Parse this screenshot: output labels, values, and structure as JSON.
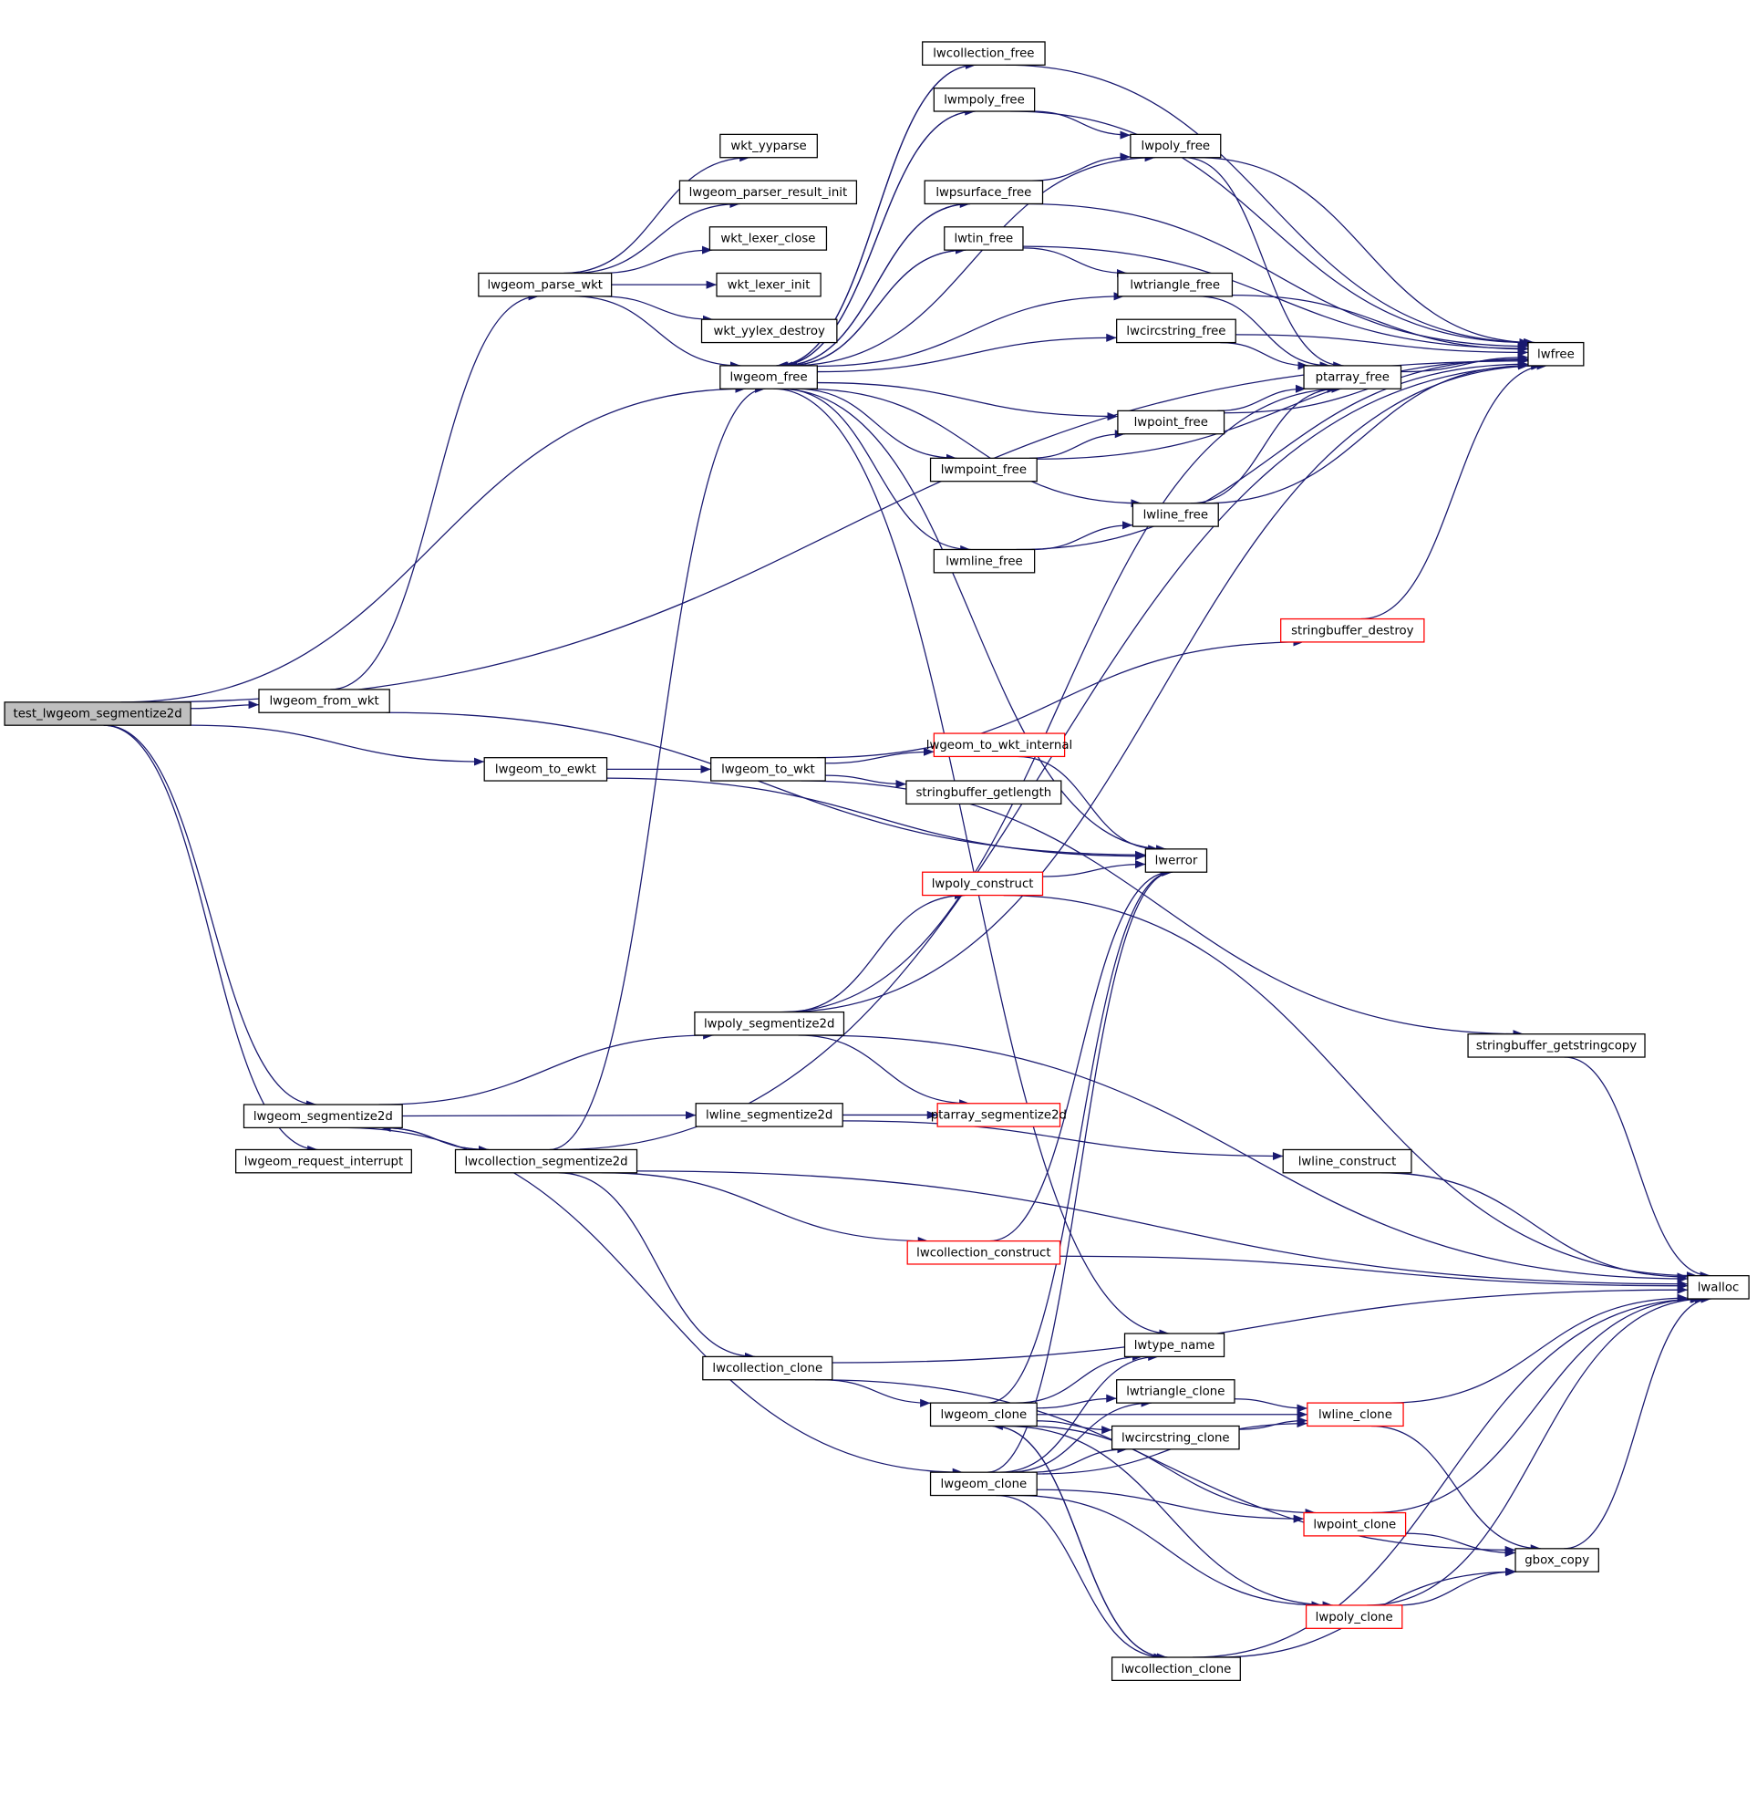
{
  "title": "Call graph for test_lwgeom_segmentize2d",
  "colors": {
    "edge": "#191970",
    "root_fill": "#bfbfbf",
    "highlight_border": "#ff0000",
    "node_border": "#000000"
  },
  "nodes": [
    {
      "id": "test",
      "label": "test_lwgeom_segmentize2d",
      "root": true
    },
    {
      "id": "from_wkt",
      "label": "lwgeom_from_wkt"
    },
    {
      "id": "to_ewkt",
      "label": "lwgeom_to_ewkt"
    },
    {
      "id": "seg2d",
      "label": "lwgeom_segmentize2d"
    },
    {
      "id": "req_int",
      "label": "lwgeom_request_interrupt"
    },
    {
      "id": "parse_wkt",
      "label": "lwgeom_parse_wkt"
    },
    {
      "id": "lwgeom_free",
      "label": "lwgeom_free"
    },
    {
      "id": "yyparse",
      "label": "wkt_yyparse"
    },
    {
      "id": "pri",
      "label": "lwgeom_parser_result_init"
    },
    {
      "id": "lex_close",
      "label": "wkt_lexer_close"
    },
    {
      "id": "lex_init",
      "label": "wkt_lexer_init"
    },
    {
      "id": "yylex_destroy",
      "label": "wkt_yylex_destroy"
    },
    {
      "id": "to_wkt",
      "label": "lwgeom_to_wkt"
    },
    {
      "id": "poly_seg",
      "label": "lwpoly_segmentize2d"
    },
    {
      "id": "line_seg",
      "label": "lwline_segmentize2d"
    },
    {
      "id": "coll_seg",
      "label": "lwcollection_segmentize2d"
    },
    {
      "id": "coll_clone1",
      "label": "lwcollection_clone"
    },
    {
      "id": "coll_free",
      "label": "lwcollection_free"
    },
    {
      "id": "mpoly_free",
      "label": "lwmpoly_free"
    },
    {
      "id": "psurf_free",
      "label": "lwpsurface_free"
    },
    {
      "id": "tin_free",
      "label": "lwtin_free"
    },
    {
      "id": "mpoint_free",
      "label": "lwmpoint_free"
    },
    {
      "id": "mline_free",
      "label": "lwmline_free"
    },
    {
      "id": "wkt_internal",
      "label": "lwgeom_to_wkt_internal",
      "highlight": true
    },
    {
      "id": "sb_getlength",
      "label": "stringbuffer_getlength"
    },
    {
      "id": "poly_construct",
      "label": "lwpoly_construct",
      "highlight": true
    },
    {
      "id": "pa_seg",
      "label": "ptarray_segmentize2d",
      "highlight": true
    },
    {
      "id": "coll_construct",
      "label": "lwcollection_construct",
      "highlight": true
    },
    {
      "id": "geom_clone1",
      "label": "lwgeom_clone"
    },
    {
      "id": "geom_clone2",
      "label": "lwgeom_clone"
    },
    {
      "id": "poly_free",
      "label": "lwpoly_free"
    },
    {
      "id": "tri_free",
      "label": "lwtriangle_free"
    },
    {
      "id": "circ_free",
      "label": "lwcircstring_free"
    },
    {
      "id": "point_free",
      "label": "lwpoint_free"
    },
    {
      "id": "line_free",
      "label": "lwline_free"
    },
    {
      "id": "lwerror",
      "label": "lwerror"
    },
    {
      "id": "type_name",
      "label": "lwtype_name"
    },
    {
      "id": "tri_clone",
      "label": "lwtriangle_clone"
    },
    {
      "id": "circ_clone",
      "label": "lwcircstring_clone"
    },
    {
      "id": "coll_clone2",
      "label": "lwcollection_clone"
    },
    {
      "id": "sb_destroy",
      "label": "stringbuffer_destroy",
      "highlight": true
    },
    {
      "id": "pa_free",
      "label": "ptarray_free"
    },
    {
      "id": "sb_copy",
      "label": "stringbuffer_getstringcopy"
    },
    {
      "id": "line_construct",
      "label": "lwline_construct"
    },
    {
      "id": "line_clone",
      "label": "lwline_clone",
      "highlight": true
    },
    {
      "id": "point_clone",
      "label": "lwpoint_clone",
      "highlight": true
    },
    {
      "id": "poly_clone",
      "label": "lwpoly_clone",
      "highlight": true
    },
    {
      "id": "gbox_copy",
      "label": "gbox_copy"
    },
    {
      "id": "lwfree",
      "label": "lwfree"
    },
    {
      "id": "lwalloc",
      "label": "lwalloc"
    }
  ],
  "edges": [
    [
      "test",
      "lwfree"
    ],
    [
      "test",
      "lwgeom_free"
    ],
    [
      "test",
      "from_wkt"
    ],
    [
      "test",
      "to_ewkt"
    ],
    [
      "test",
      "seg2d"
    ],
    [
      "test",
      "req_int"
    ],
    [
      "from_wkt",
      "parse_wkt"
    ],
    [
      "from_wkt",
      "lwerror"
    ],
    [
      "parse_wkt",
      "yyparse"
    ],
    [
      "parse_wkt",
      "pri"
    ],
    [
      "parse_wkt",
      "lex_close"
    ],
    [
      "parse_wkt",
      "lex_init"
    ],
    [
      "parse_wkt",
      "yylex_destroy"
    ],
    [
      "parse_wkt",
      "lwgeom_free"
    ],
    [
      "lwgeom_free",
      "coll_free"
    ],
    [
      "lwgeom_free",
      "mpoly_free"
    ],
    [
      "lwgeom_free",
      "poly_free"
    ],
    [
      "lwgeom_free",
      "psurf_free"
    ],
    [
      "lwgeom_free",
      "tin_free"
    ],
    [
      "lwgeom_free",
      "tri_free"
    ],
    [
      "lwgeom_free",
      "circ_free"
    ],
    [
      "lwgeom_free",
      "point_free"
    ],
    [
      "lwgeom_free",
      "mpoint_free"
    ],
    [
      "lwgeom_free",
      "line_free"
    ],
    [
      "lwgeom_free",
      "mline_free"
    ],
    [
      "lwgeom_free",
      "lwerror"
    ],
    [
      "lwgeom_free",
      "type_name"
    ],
    [
      "coll_free",
      "lwfree"
    ],
    [
      "coll_free",
      "lwgeom_free"
    ],
    [
      "mpoly_free",
      "lwfree"
    ],
    [
      "mpoly_free",
      "poly_free"
    ],
    [
      "mpoly_free",
      "lwgeom_free"
    ],
    [
      "psurf_free",
      "poly_free"
    ],
    [
      "psurf_free",
      "lwfree"
    ],
    [
      "psurf_free",
      "lwgeom_free"
    ],
    [
      "tin_free",
      "tri_free"
    ],
    [
      "tin_free",
      "lwfree"
    ],
    [
      "tin_free",
      "lwgeom_free"
    ],
    [
      "poly_free",
      "lwfree"
    ],
    [
      "poly_free",
      "pa_free"
    ],
    [
      "tri_free",
      "pa_free"
    ],
    [
      "tri_free",
      "lwfree"
    ],
    [
      "circ_free",
      "pa_free"
    ],
    [
      "circ_free",
      "lwfree"
    ],
    [
      "point_free",
      "pa_free"
    ],
    [
      "point_free",
      "lwfree"
    ],
    [
      "mpoint_free",
      "point_free"
    ],
    [
      "mpoint_free",
      "lwfree"
    ],
    [
      "line_free",
      "pa_free"
    ],
    [
      "line_free",
      "lwfree"
    ],
    [
      "mline_free",
      "line_free"
    ],
    [
      "mline_free",
      "lwfree"
    ],
    [
      "pa_free",
      "lwfree"
    ],
    [
      "sb_destroy",
      "lwfree"
    ],
    [
      "to_ewkt",
      "to_wkt"
    ],
    [
      "to_ewkt",
      "lwerror"
    ],
    [
      "to_wkt",
      "sb_destroy"
    ],
    [
      "to_wkt",
      "wkt_internal"
    ],
    [
      "to_wkt",
      "sb_getlength"
    ],
    [
      "to_wkt",
      "sb_copy"
    ],
    [
      "wkt_internal",
      "lwerror"
    ],
    [
      "poly_construct",
      "lwerror"
    ],
    [
      "poly_construct",
      "lwalloc"
    ],
    [
      "sb_copy",
      "lwalloc"
    ],
    [
      "seg2d",
      "poly_seg"
    ],
    [
      "seg2d",
      "line_seg"
    ],
    [
      "seg2d",
      "coll_seg"
    ],
    [
      "seg2d",
      "geom_clone2"
    ],
    [
      "poly_seg",
      "pa_free"
    ],
    [
      "poly_seg",
      "poly_construct"
    ],
    [
      "poly_seg",
      "lwfree"
    ],
    [
      "poly_seg",
      "pa_seg"
    ],
    [
      "poly_seg",
      "lwalloc"
    ],
    [
      "line_seg",
      "pa_seg"
    ],
    [
      "line_seg",
      "line_construct"
    ],
    [
      "line_construct",
      "lwalloc"
    ],
    [
      "coll_seg",
      "seg2d"
    ],
    [
      "coll_seg",
      "lwgeom_free"
    ],
    [
      "coll_seg",
      "lwfree"
    ],
    [
      "coll_seg",
      "coll_construct"
    ],
    [
      "coll_seg",
      "coll_clone1"
    ],
    [
      "coll_seg",
      "lwalloc"
    ],
    [
      "coll_construct",
      "lwerror"
    ],
    [
      "coll_construct",
      "lwalloc"
    ],
    [
      "coll_clone1",
      "lwalloc"
    ],
    [
      "coll_clone1",
      "geom_clone1"
    ],
    [
      "coll_clone1",
      "gbox_copy"
    ],
    [
      "geom_clone1",
      "lwerror"
    ],
    [
      "geom_clone1",
      "type_name"
    ],
    [
      "geom_clone1",
      "line_clone"
    ],
    [
      "geom_clone1",
      "tri_clone"
    ],
    [
      "geom_clone1",
      "circ_clone"
    ],
    [
      "geom_clone1",
      "point_clone"
    ],
    [
      "geom_clone1",
      "poly_clone"
    ],
    [
      "geom_clone1",
      "coll_clone2"
    ],
    [
      "geom_clone2",
      "lwerror"
    ],
    [
      "geom_clone2",
      "type_name"
    ],
    [
      "geom_clone2",
      "tri_clone"
    ],
    [
      "geom_clone2",
      "circ_clone"
    ],
    [
      "geom_clone2",
      "line_clone"
    ],
    [
      "geom_clone2",
      "point_clone"
    ],
    [
      "geom_clone2",
      "poly_clone"
    ],
    [
      "geom_clone2",
      "coll_clone2"
    ],
    [
      "coll_clone2",
      "geom_clone1"
    ],
    [
      "coll_clone2",
      "gbox_copy"
    ],
    [
      "coll_clone2",
      "lwalloc"
    ],
    [
      "tri_clone",
      "line_clone"
    ],
    [
      "circ_clone",
      "line_clone"
    ],
    [
      "line_clone",
      "lwalloc"
    ],
    [
      "line_clone",
      "gbox_copy"
    ],
    [
      "point_clone",
      "lwalloc"
    ],
    [
      "point_clone",
      "gbox_copy"
    ],
    [
      "poly_clone",
      "gbox_copy"
    ],
    [
      "poly_clone",
      "lwalloc"
    ],
    [
      "gbox_copy",
      "lwalloc"
    ]
  ]
}
